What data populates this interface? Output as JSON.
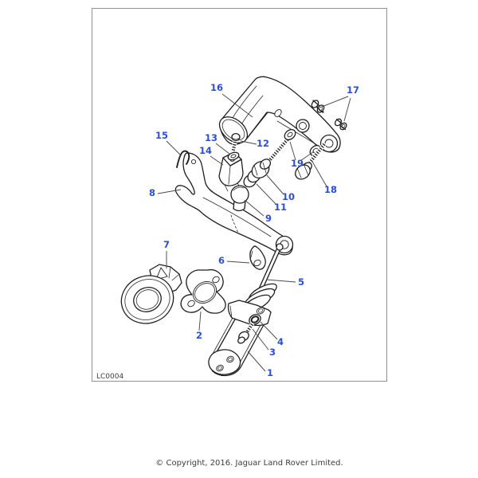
{
  "diagram": {
    "image_code": "LC0004",
    "copyright": "© Copyright, 2016. Jaguar Land Rover Limited.",
    "callout_color": "#2a4fd6",
    "line_color": "#1f1f1f",
    "callouts": [
      {
        "n": "1"
      },
      {
        "n": "2"
      },
      {
        "n": "3"
      },
      {
        "n": "4"
      },
      {
        "n": "5"
      },
      {
        "n": "6"
      },
      {
        "n": "7"
      },
      {
        "n": "8"
      },
      {
        "n": "9"
      },
      {
        "n": "10"
      },
      {
        "n": "11"
      },
      {
        "n": "12"
      },
      {
        "n": "13"
      },
      {
        "n": "14"
      },
      {
        "n": "15"
      },
      {
        "n": "16"
      },
      {
        "n": "17"
      },
      {
        "n": "18"
      },
      {
        "n": "19"
      }
    ]
  }
}
